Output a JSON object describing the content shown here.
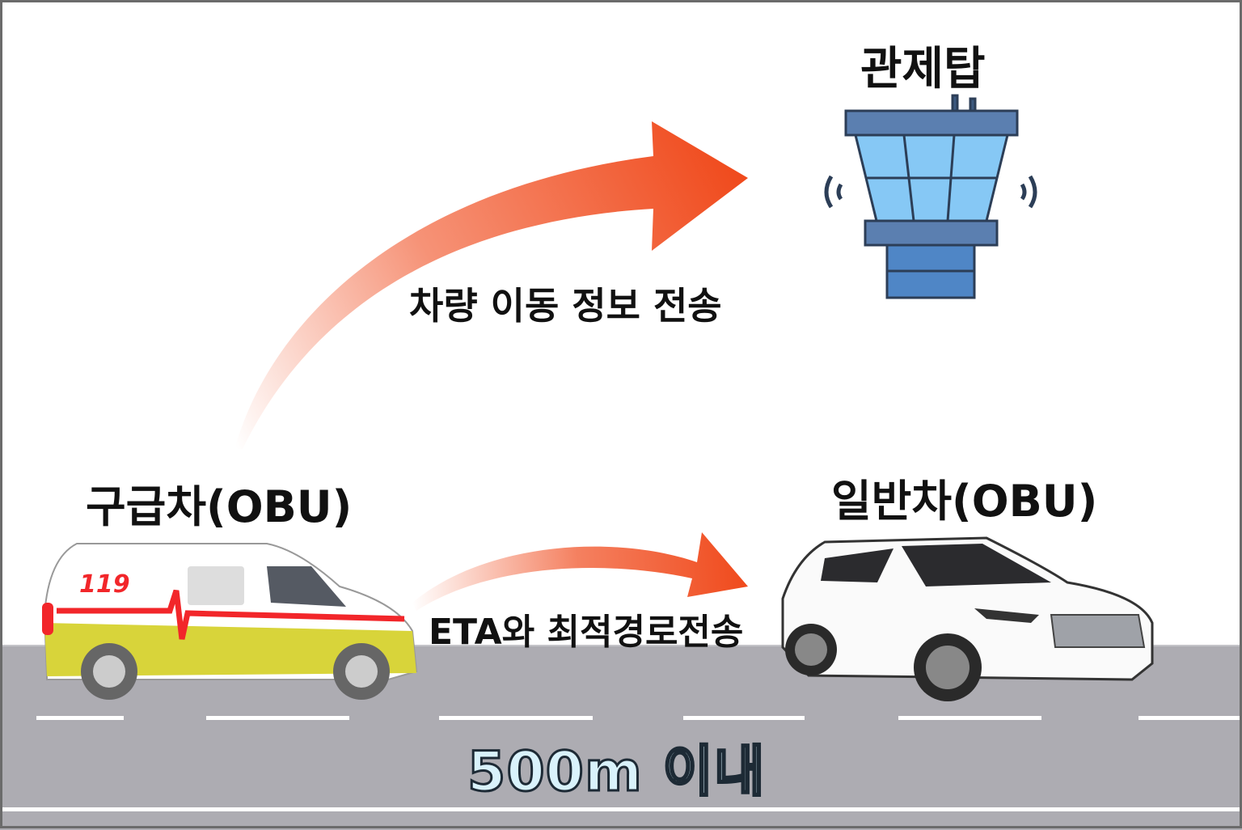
{
  "labels": {
    "tower": "관제탑",
    "ambulance": "구급차(OBU)",
    "car": "일반차(OBU)",
    "upper_arrow": "차량 이동 정보 전송",
    "lower_arrow": "ETA와 최적경로전송",
    "distance": "500m 이내"
  },
  "ambulance_logo": "119",
  "colors": {
    "arrow": "#f04a1c",
    "road": "#adacb2",
    "ambulance_yellow": "#d8d43a",
    "stripe": "#f2262a",
    "tower_glass": "#86c8f5",
    "tower_frame": "#3d5a80"
  }
}
